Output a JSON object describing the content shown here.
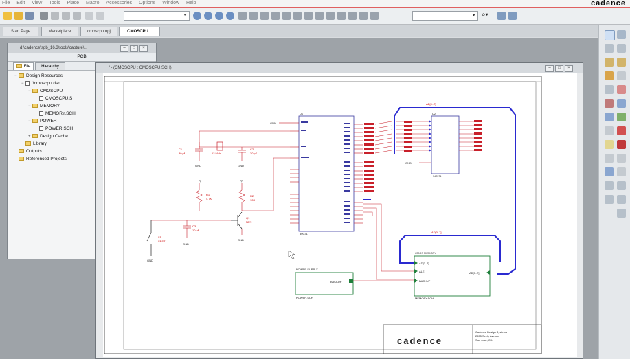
{
  "menu": {
    "items": [
      "File",
      "Edit",
      "View",
      "Tools",
      "Place",
      "Macro",
      "Accessories",
      "Options",
      "Window",
      "Help"
    ],
    "brand": "cadence"
  },
  "toolbar": {
    "part_combo_value": "",
    "search_combo_value": "",
    "binoculars_icon": "binoculars-icon"
  },
  "tabs": [
    {
      "label": "Start Page"
    },
    {
      "label": "Marketplace"
    },
    {
      "label": "cmoscpu.opj"
    },
    {
      "label": "CMOSCPU..."
    }
  ],
  "project_window": {
    "title": "d:\\cadence\\spb_16.3\\tools\\capture\\...",
    "pane_title": "PCB",
    "tab_file": "File",
    "tab_hierarchy": "Hierarchy",
    "tree": [
      {
        "label": "Design Resources",
        "kind": "folder",
        "level": 0
      },
      {
        "label": ".\\cmoscpu.dsn",
        "kind": "file",
        "level": 1
      },
      {
        "label": "CMOSCPU",
        "kind": "folder",
        "level": 2
      },
      {
        "label": "CMOSCPU.S",
        "kind": "file",
        "level": 3
      },
      {
        "label": "MEMORY",
        "kind": "folder",
        "level": 2
      },
      {
        "label": "MEMORY.SCH",
        "kind": "file",
        "level": 3
      },
      {
        "label": "POWER",
        "kind": "folder",
        "level": 2
      },
      {
        "label": "POWER.SCH",
        "kind": "file",
        "level": 3
      },
      {
        "label": "Design Cache",
        "kind": "folder",
        "level": 2
      },
      {
        "label": "Library",
        "kind": "folder",
        "level": 1
      },
      {
        "label": "Outputs",
        "kind": "folder",
        "level": 0
      },
      {
        "label": "Referenced Projects",
        "kind": "folder",
        "level": 0
      }
    ]
  },
  "schematic_window": {
    "title": "/ - (CMOSCPU : CMOSCPU.SCH)"
  },
  "schematic": {
    "u1_ref": "U1",
    "u1_part": "80C31",
    "u2_ref": "U2",
    "u2_part": "74C374",
    "gnd": "GND",
    "crystal": "12 MHz",
    "c1": "C1",
    "c1_val": "30 pF",
    "c2": "C2",
    "c2_val": "30 pF",
    "c3": "C3",
    "c3_val": "10 uF",
    "r1": "R1",
    "r1_val": "4.7K",
    "r2": "R2",
    "r2_val": "10K",
    "q1": "Q1",
    "q1_val": "NPN",
    "s1": "S1",
    "s1_val": "SPST",
    "bus_ad": "AD[0..7]",
    "bus_ad2": "AD[0..7]",
    "power_block_title": "POWER SUPPLY",
    "power_block_port": "BACKUP",
    "power_block_file": "POWER.SCH",
    "mem_block_title": "CMOS MEMORY",
    "mem_port_ad": "AD[0..7]",
    "mem_port_ale": "ALE",
    "mem_port_backup": "BACKUP",
    "mem_port_ad_right": "AD[0..7]",
    "mem_block_file": "MEMORY.SCH",
    "title_logo": "cādence",
    "title_company": "Cadence Design Systems",
    "title_address": "2655 Seely Avenue",
    "title_city": "San Jose, CA"
  },
  "colors": {
    "wire": "#c8202a",
    "bus": "#2a2ad0",
    "part_outline": "#3a3aa0",
    "block_outline": "#1e7f3a",
    "port": "#1e7f3a",
    "text": "#c00000"
  }
}
